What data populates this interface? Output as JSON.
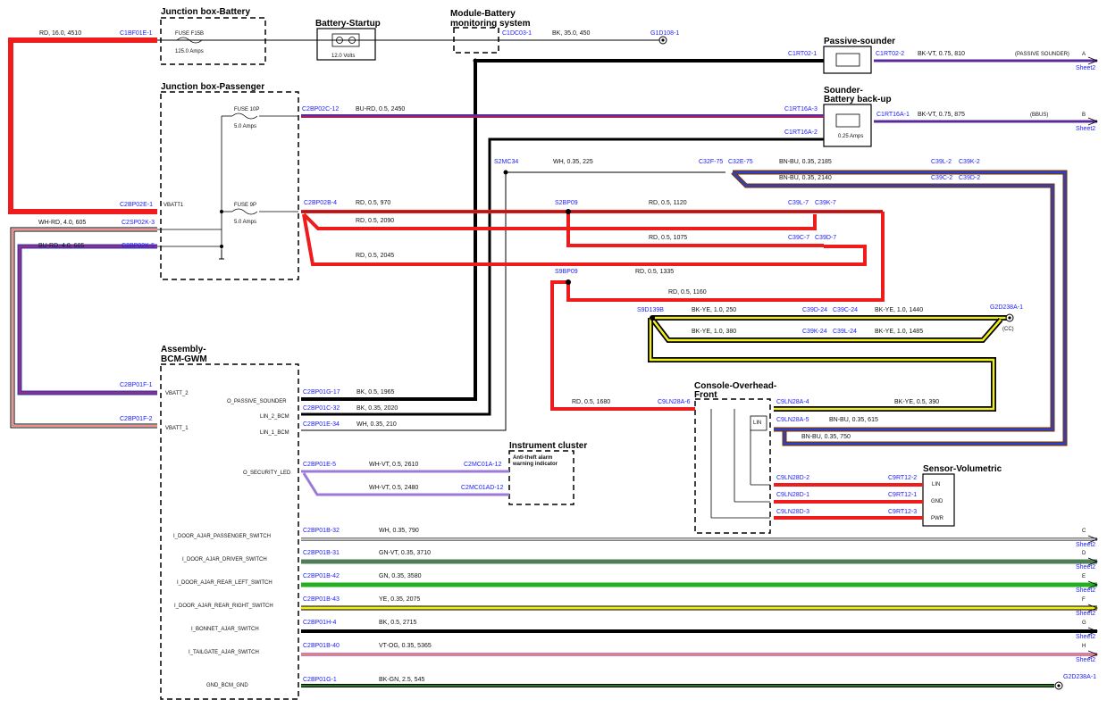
{
  "components": {
    "jb_battery": "Junction box-Battery",
    "battery_startup": "Battery-Startup",
    "mbms": [
      "Module-Battery",
      "monitoring system"
    ],
    "jb_passenger": "Junction box-Passenger",
    "passive_sounder": "Passive-sounder",
    "sounder_backup": [
      "Sounder-",
      "Battery back-up"
    ],
    "bcm": [
      "Assembly-",
      "BCM-GWM"
    ],
    "instrument_cluster": "Instrument cluster",
    "console": [
      "Console-Overhead-",
      "Front"
    ],
    "sensor_vol": "Sensor-Volumetric"
  },
  "labels": {
    "fuse_f15b": "FUSE F15B",
    "fuse_f15b_amps": "125.0 Amps",
    "battery_volts": "12.0 Volts",
    "fuse_10p": "FUSE 10P",
    "fuse_10p_amps": "5.0 Amps",
    "fuse_9p": "FUSE 9P",
    "fuse_9p_amps": "5.0 Amps",
    "sounder_amps": "0.25 Amps",
    "vbatt1_jb": "VBATT1",
    "anti_theft": [
      "Anti-theft alarm",
      "warning indicator"
    ],
    "passive_sounder_tag": "(PASSIVE SOUNDER)",
    "bbus_tag": "(BBUS)",
    "cc_tag": "(CC)",
    "lin": "LIN",
    "sensor_pins": [
      "LIN",
      "GND",
      "PWR"
    ]
  },
  "connectors": {
    "c1bf01e1": "C1BF01E-1",
    "c1dc03": "C1DC03-1",
    "g1d108": "G1D108-1",
    "c1rt02_1": "C1RT02-1",
    "c1rt02_2": "C1RT02-2",
    "c2bp02c12": "C2BP02C-12",
    "c1rt16a3": "C1RT16A-3",
    "c1rt16a1": "C1RT16A-1",
    "c1rt16a2": "C1RT16A-2",
    "s2mc34": "S2MC34",
    "c32f75": "C32F-75",
    "c32e75": "C32E-75",
    "c39l2": "C39L-2",
    "c39k2": "C39K-2",
    "c39c2": "C39C-2",
    "c39d2": "C39D-2",
    "c2bp02e1": "C2BP02E-1",
    "c2bp02b4": "C2BP02B-4",
    "s2bp09": "S2BP09",
    "c39l7": "C39L-7",
    "c39k7": "C39K-7",
    "c39c7": "C39C-7",
    "c39d7": "C39D-7",
    "c2sp02k3": "C2SP02K-3",
    "c2bp02k5": "C2BP02K-5",
    "s9bp09": "S9BP09",
    "s9d139b": "S9D139B",
    "c39d24": "C39D-24",
    "c39c24": "C39C-24",
    "c39k24": "C39K-24",
    "c39l24": "C39L-24",
    "g2d238a1": "G2D238A-1",
    "c2bp01f1": "C2BP01F-1",
    "c2bp01f2": "C2BP01F-2",
    "c2bp01g17": "C2BP01G-17",
    "c2bp01c32": "C2BP01C-32",
    "c2bp01e34": "C2BP01E-34",
    "c9ln28a6": "C9LN28A-6",
    "c9ln28a4": "C9LN28A-4",
    "c9ln28a5": "C9LN28A-5",
    "c2bp01e5": "C2BP01E-5",
    "c2mc01a12": "C2MC01A-12",
    "c2mc01ad12": "C2MC01AD-12",
    "c9ln28d2": "C9LN28D-2",
    "c9ln28d1": "C9LN28D-1",
    "c9ln28d3": "C9LN28D-3",
    "c9rt12_2": "C9RT12-2",
    "c9rt12_1": "C9RT12-1",
    "c9rt12_3": "C9RT12-3",
    "c2bp01b32": "C2BP01B-32",
    "c2bp01b31": "C2BP01B-31",
    "c2bp01b42": "C2BP01B-42",
    "c2bp01b43": "C2BP01B-43",
    "c2bp01h4": "C2BP01H-4",
    "c2bp01b40": "C2BP01B-40",
    "c2bp01g1": "C2BP01G-1",
    "g2d238a1_b": "G2D238A-1"
  },
  "wires": {
    "w4510": "RD,  16.0,  4510",
    "w450": "BK,  35.0,  450",
    "w810": "BK-VT,  0.75,  810",
    "w2450": "BU-RD,  0.5,  2450",
    "w875": "BK-VT,  0.75,  875",
    "w225": "WH,  0.35,  225",
    "w2185": "BN-BU,  0.35,  2185",
    "w2140": "BN-BU,  0.35,  2140",
    "w970": "RD,  0.5,  970",
    "w1120": "RD,  0.5,  1120",
    "w2090": "RD,  0.5,  2090",
    "w1075": "RD,  0.5,  1075",
    "w2045": "RD,  0.5,  2045",
    "w605a": "WH-RD,  4.0,  605",
    "w605b": "BU-RD,  4.0,  605",
    "w1335": "RD,  0.5,  1335",
    "w1160": "RD,  0.5,  1160",
    "w250": "BK-YE,  1.0,  250",
    "w1440": "BK-YE,  1.0,  1440",
    "w380": "BK-YE,  1.0,  380",
    "w1485": "BK-YE,  1.0,  1485",
    "w1965": "BK,  0.5,  1965",
    "w2020": "BK,  0.35,  2020",
    "w210": "WH,  0.35,  210",
    "w1680": "RD,  0.5,  1680",
    "w390": "BK-YE,  0.5,  390",
    "w615": "BN-BU,  0.35,  615",
    "w750": "BN-BU,  0.35,  750",
    "w2610": "WH-VT,  0.5,  2610",
    "w2480": "WH-VT,  0.5,  2480",
    "w790": "WH,  0.35,  790",
    "w3710": "GN-VT,  0.35,  3710",
    "w3580": "GN,  0.35,  3580",
    "w2075": "YE,  0.35,  2075",
    "w2715": "BK,  0.5,  2715",
    "w5365": "VT-OG,  0.35,  5365",
    "w545": "BK-GN,  2.5,  545"
  },
  "pins": {
    "vbatt2": "VBATT_2",
    "vbatt1": "VBATT_1",
    "o_passive": "O_PASSIVE_SOUNDER",
    "lin2": "LIN_2_BCM",
    "lin1": "LIN_1_BCM",
    "o_security": "O_SECURITY_LED",
    "door_pass": "I_DOOR_AJAR_PASSENGER_SWITCH",
    "door_drv": "I_DOOR_AJAR_DRIVER_SWITCH",
    "door_rl": "I_DOOR_AJAR_REAR_LEFT_SWITCH",
    "door_rr": "I_DOOR_AJAR_REAR_RIGHT_SWITCH",
    "bonnet": "I_BONNET_AJAR_SWITCH",
    "tailgate": "I_TAILGATE_AJAR_SWITCH",
    "gnd_bcm": "GND_BCM_GND"
  },
  "sheet_refs": {
    "a": "A",
    "b": "B",
    "c": "C",
    "d": "D",
    "e": "E",
    "f": "F",
    "g": "G",
    "h": "H",
    "sheet": "Sheet2"
  },
  "colors": {
    "red": "#ee1c1c",
    "black": "#000000",
    "violet": "#5a2a9a",
    "blue": "#2b3fd6",
    "brown": "#6b3a1e",
    "yellow": "#f2ee1a",
    "green": "#22b022",
    "gnvt": "#4f7d57",
    "connector_text": "#1a1aff"
  }
}
